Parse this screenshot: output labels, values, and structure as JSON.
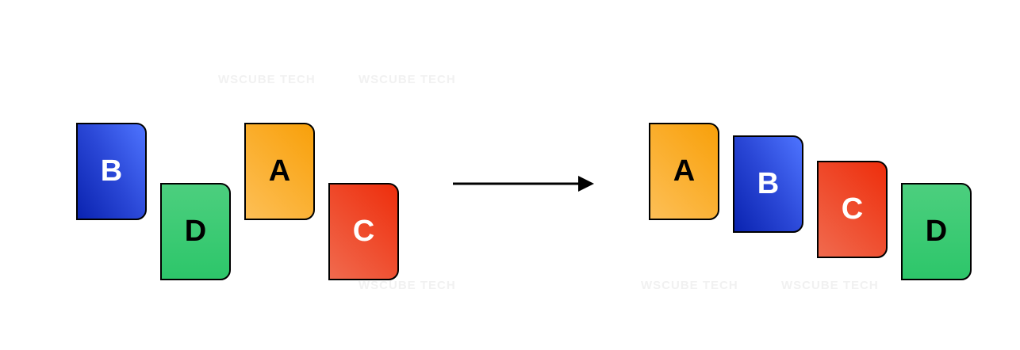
{
  "watermark": "WsCube Tech",
  "before": {
    "cards": [
      {
        "label": "B",
        "color": "#2a47d6"
      },
      {
        "label": "D",
        "color": "#3ccb74"
      },
      {
        "label": "A",
        "color": "#fbb033"
      },
      {
        "label": "C",
        "color": "#ee3f1e"
      }
    ]
  },
  "arrow": {
    "icon": "right-arrow-icon"
  },
  "after": {
    "cards": [
      {
        "label": "A",
        "color": "#fbb033"
      },
      {
        "label": "B",
        "color": "#2a47d6"
      },
      {
        "label": "C",
        "color": "#ee3f1e"
      },
      {
        "label": "D",
        "color": "#3ccb74"
      }
    ]
  }
}
